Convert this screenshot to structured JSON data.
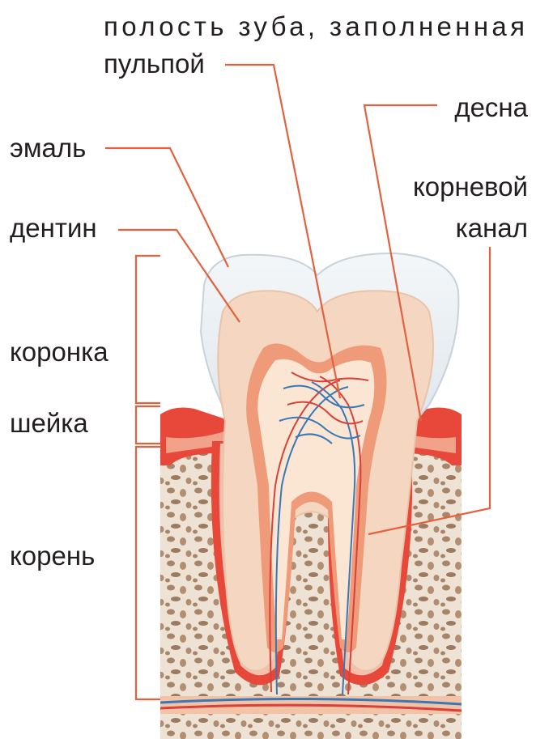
{
  "labels": {
    "cavity_line1": "полость зуба, заполненная",
    "cavity_line2": "пульпой",
    "gum": "десна",
    "enamel": "эмаль",
    "root_canal_line1": "корневой",
    "root_canal_line2": "канал",
    "dentin": "дентин",
    "crown": "коронка",
    "neck": "шейка",
    "root": "корень"
  },
  "colors": {
    "leader_line": "#e2623f",
    "text": "#231f20",
    "enamel": "#e9eef2",
    "dentin": "#f5d6c0",
    "pulp": "#ef9a78",
    "pulp_light": "#fbe6d4",
    "gum": "#e8483a",
    "bone": "#e7d8c7",
    "bone_pores": "#a7856a",
    "vessel_red": "#d9403a",
    "vessel_blue": "#3a78b5"
  }
}
